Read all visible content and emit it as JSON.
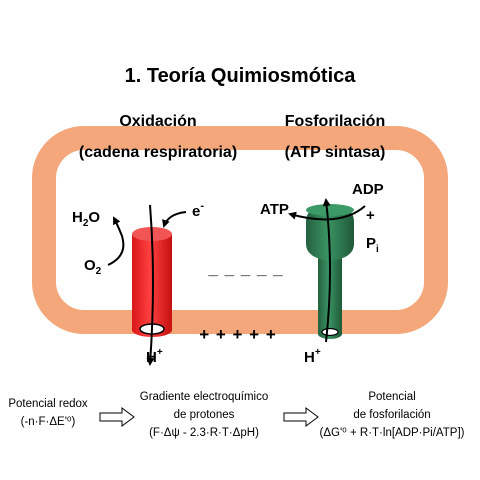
{
  "title": "1. Teoría Quimiosmótica",
  "sections": {
    "oxidation_title": "Oxidación",
    "oxidation_sub": "(cadena respiratoria)",
    "phosphorylation_title": "Fosforilación",
    "phosphorylation_sub": "(ATP sintasa)"
  },
  "left_complex": {
    "water_base": "H",
    "water_sub": "2",
    "water_tail": "O",
    "oxygen_base": "O",
    "oxygen_sub": "2",
    "electron_base": "e",
    "electron_sup": "-",
    "proton_base": "H",
    "proton_sup": "+"
  },
  "right_complex": {
    "atp": "ATP",
    "adp": "ADP",
    "plus": "+",
    "pi_base": "P",
    "pi_sub": "i",
    "proton_base": "H",
    "proton_sup": "+"
  },
  "charges": {
    "negative": "_ _ _ _ _",
    "positive": "+ + + + +"
  },
  "flow": {
    "step1_line1": "Potencial redox",
    "step1_line2": "(-n·F·ΔE'⁰)",
    "step2_line1": "Gradiente electroquímico",
    "step2_line2": "de protones",
    "step2_line3": "(F·Δψ - 2.3·R·T·ΔpH)",
    "step3_line1": "Potencial",
    "step3_line2": "de fosforilación",
    "step3_line3": "(ΔG'⁰ + R·T·ln[ADP·Pi/ATP])"
  },
  "colors": {
    "membrane": "#F4A77A",
    "chain_red": "#EE2222",
    "synthase_green": "#2E7A52"
  }
}
